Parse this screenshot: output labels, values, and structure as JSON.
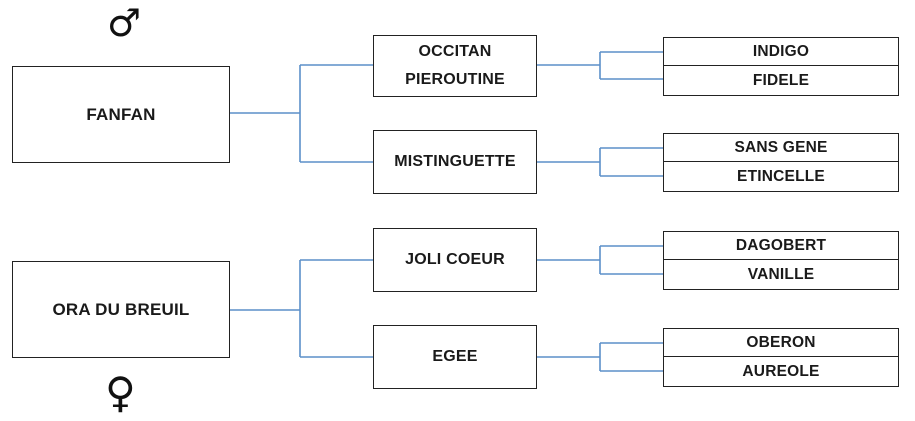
{
  "colors": {
    "connector": "#5b8fc9",
    "box_border": "#222222",
    "text": "#1a1a1a"
  },
  "symbols": {
    "male": "♂",
    "female": "♀"
  },
  "sire": {
    "name": "FANFAN",
    "parents": [
      {
        "name_line1": "OCCITAN",
        "name_line2": "PIEROUTINE",
        "parents": [
          "INDIGO",
          "FIDELE"
        ]
      },
      {
        "name_line1": "MISTINGUETTE",
        "name_line2": "",
        "parents": [
          "SANS GENE",
          "ETINCELLE"
        ]
      }
    ]
  },
  "dam": {
    "name": "ORA DU BREUIL",
    "parents": [
      {
        "name_line1": "JOLI COEUR",
        "name_line2": "",
        "parents": [
          "DAGOBERT",
          "VANILLE"
        ]
      },
      {
        "name_line1": "EGEE",
        "name_line2": "",
        "parents": [
          "OBERON",
          "AUREOLE"
        ]
      }
    ]
  }
}
